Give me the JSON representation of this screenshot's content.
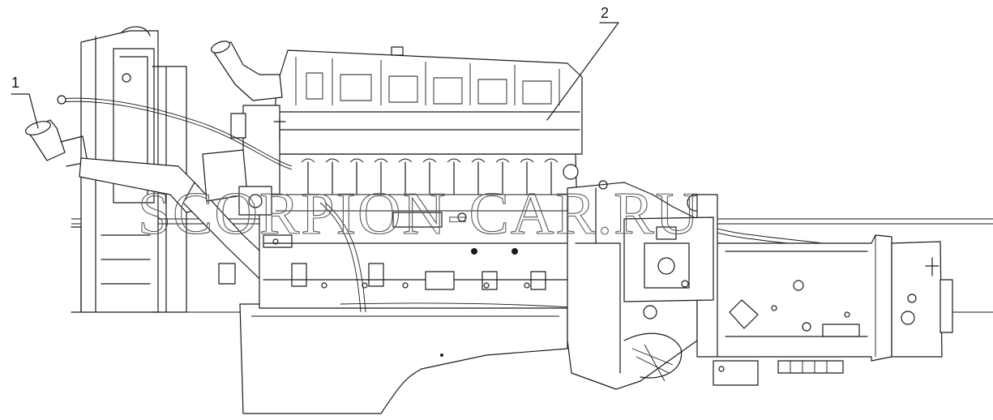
{
  "callouts": [
    {
      "id": "1",
      "label": "1"
    },
    {
      "id": "2",
      "label": "2"
    }
  ],
  "watermark": "SCORPION-CAR.RU",
  "colors": {
    "line": "#1a1a1a",
    "background": "#ffffff",
    "watermark": "#5a5a5a"
  }
}
